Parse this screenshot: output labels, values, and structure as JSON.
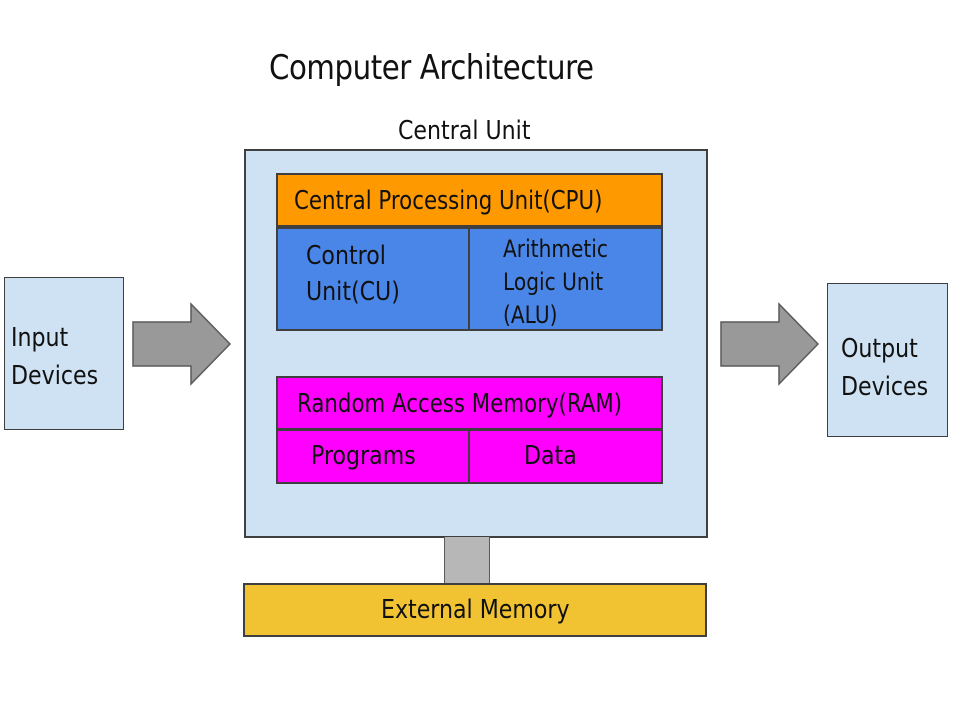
{
  "title": "Computer Architecture",
  "central_unit": {
    "label": "Central Unit",
    "cpu": {
      "label": "Central Processing Unit(CPU)",
      "control_unit_lines": [
        "Control",
        "Unit(CU)"
      ],
      "alu_lines": [
        "Arithmetic",
        "Logic Unit",
        "(ALU)"
      ]
    },
    "ram": {
      "label": "Random Access Memory(RAM)",
      "programs": "Programs",
      "data": "Data"
    }
  },
  "input_devices_lines": [
    "Input",
    "Devices"
  ],
  "output_devices_lines": [
    "Output",
    "Devices"
  ],
  "external_memory": "External Memory",
  "colors": {
    "background": "#ffffff",
    "central_unit_fill": "#cfe2f3",
    "io_fill": "#cfe2f3",
    "cpu_header": "#ff9900",
    "cpu_blocks": "#4a86e8",
    "ram_blocks": "#ff00ff",
    "external_memory": "#f1c232",
    "arrow_fill": "#999999",
    "border": "#3f3f3f"
  },
  "icons": {
    "input_arrow": "arrow-right-icon",
    "output_arrow": "arrow-right-icon"
  }
}
